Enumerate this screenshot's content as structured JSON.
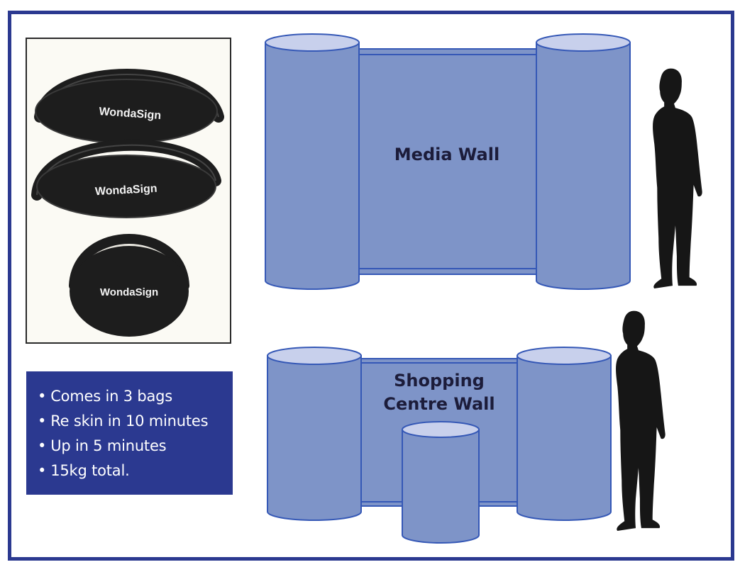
{
  "colors": {
    "frame_border": "#2b3990",
    "wall_fill": "#7e94c8",
    "wall_stroke": "#3558b6",
    "cylinder_top": "#c8d0ec",
    "feature_box_bg": "#2b3990",
    "silhouette": "#161616",
    "bag": "#1d1d1d"
  },
  "bags": {
    "brand": "WondaSign",
    "items": [
      {
        "label": "WondaSign",
        "shape": "oval"
      },
      {
        "label": "WondaSign",
        "shape": "oval"
      },
      {
        "label": "WondaSign",
        "shape": "round"
      }
    ]
  },
  "features": {
    "items": [
      "Comes in 3 bags",
      "Re skin in 10 minutes",
      "Up in 5 minutes",
      "15kg total."
    ]
  },
  "media_wall": {
    "label": "Media Wall",
    "person_icon": "person-silhouette-icon"
  },
  "shopping_wall": {
    "label_line1": "Shopping",
    "label_line2": "Centre Wall",
    "person_icon": "person-silhouette-icon"
  }
}
